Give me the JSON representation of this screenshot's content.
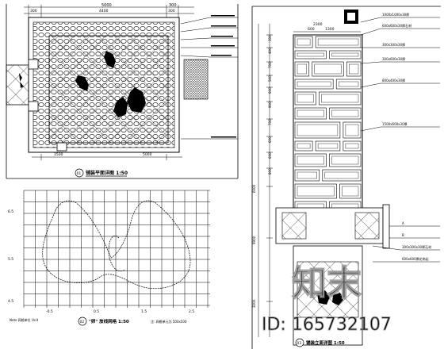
{
  "left_plan": {
    "dims_top": [
      "5000",
      "300"
    ],
    "dims_top_small": [
      "300",
      "4400",
      "300"
    ],
    "dims_bottom": [
      "1500",
      "5000"
    ],
    "caption": "铺装平面详图 1:50",
    "caption_num": "01"
  },
  "left_grid": {
    "row_labels": [
      "6.5",
      "5.5",
      "4.5"
    ],
    "col_labels": [
      "-0.5",
      "0.5",
      "1.5",
      "2.5"
    ],
    "caption": "\"卵\" 放线网格 1:50",
    "caption_num": "02",
    "note_left": "Note 网格单位 Unit",
    "note_right": "注: 网格单元为 500x500"
  },
  "right_elev": {
    "dims_top": [
      "600",
      "1300",
      "2300"
    ],
    "dims_left": [
      "300",
      "400",
      "700",
      "500",
      "600",
      "900",
      "700",
      "600",
      "600",
      "800",
      "6000",
      "9900",
      "3000"
    ],
    "caption": "铺装立面详图 1:50",
    "caption_num": "03",
    "callouts": [
      "1000x1000x30厚",
      "600x600x30厚石材",
      "300x300x30厚",
      "300x600x30厚",
      "800x400x30厚",
      "1500x600x30厚",
      "A",
      "B",
      "300x300x30厚石材",
      "600x600厚花岗岩"
    ]
  },
  "watermark": {
    "logo": "知末",
    "id_text": "ID: 165732107"
  }
}
